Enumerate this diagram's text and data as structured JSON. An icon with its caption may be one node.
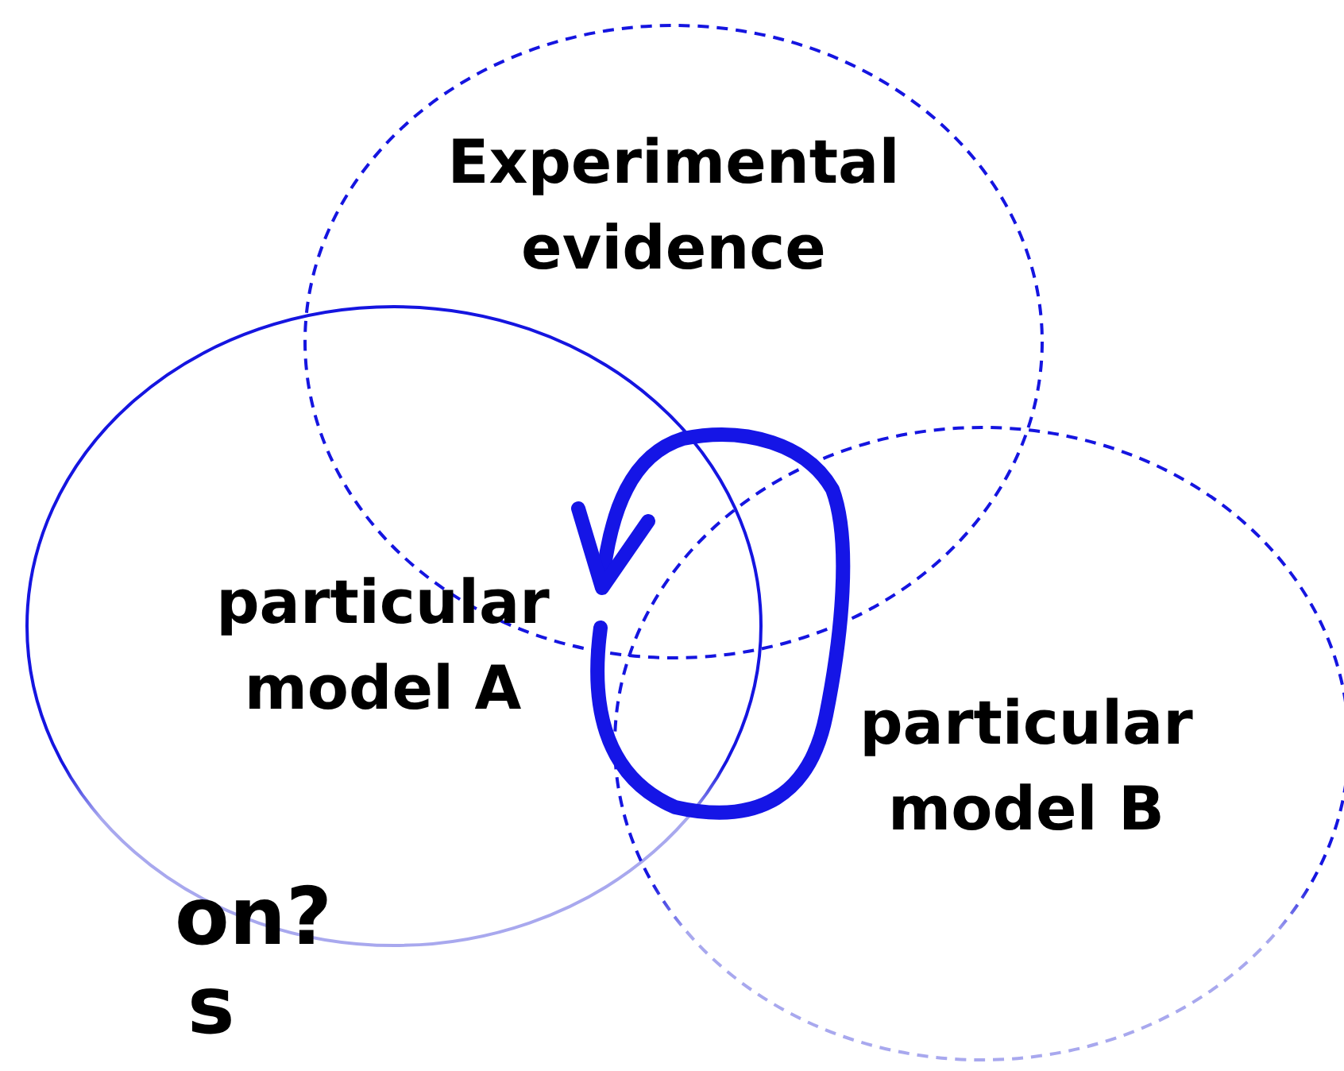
{
  "diagram": {
    "nodes": [
      {
        "text": [
          "Experimental evidence"
        ]
      },
      {
        "text": [
          "particular model A"
        ]
      },
      {
        "text": [
          "particular model B"
        ]
      }
    ],
    "labels": [
      "on?",
      "s"
    ]
  }
}
